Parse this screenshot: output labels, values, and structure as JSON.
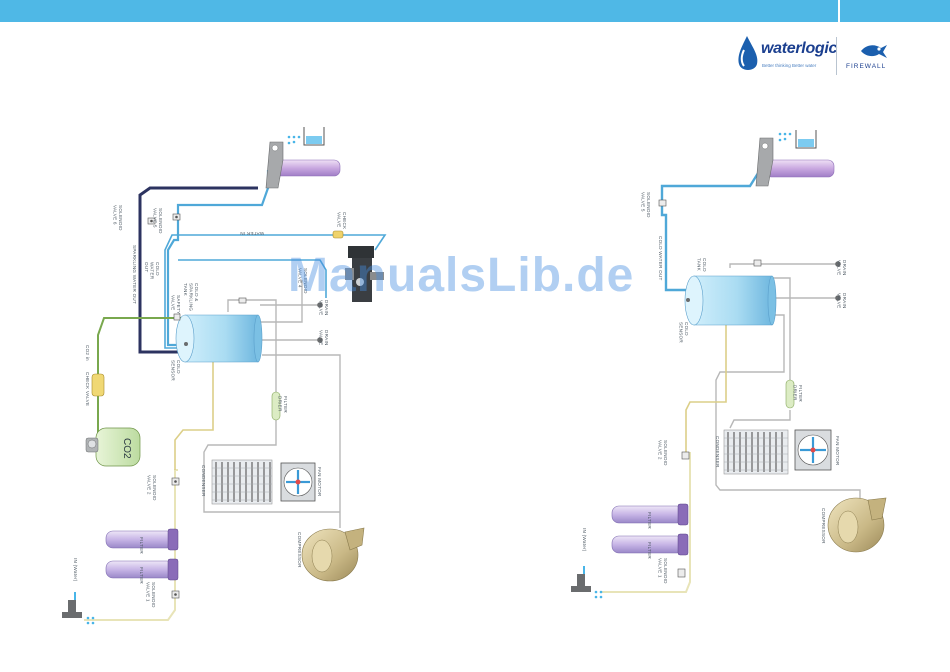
{
  "header": {
    "brand": "waterlogic",
    "tagline": "Better thinking Better water",
    "partner": "FIREWALL",
    "watermark": "ManualsLib.de"
  },
  "colors": {
    "header_bar": "#4fb8e6",
    "cold_water_pipe": "#4fa8d8",
    "sparkling_pipe": "#2c3360",
    "co2_pipe": "#79a84e",
    "refrigerant_pipe": "#dccf88",
    "inlet_pipe": "#e8e4b8"
  },
  "left_diagram": {
    "labels": {
      "solenoid_valve_6": [
        "SOLENOID",
        "VALVE 6"
      ],
      "solenoid_valve_5": [
        "SOLENOID",
        "VALVE 5"
      ],
      "solenoid_valve_4": [
        "SOLENOID",
        "VALVE 4"
      ],
      "solenoid_valve_2": [
        "SOLENOID",
        "VALVE 2"
      ],
      "solenoid_valve_1": [
        "SOLENOID",
        "VALVE 1"
      ],
      "sparkling_water_out": [
        "SPARKLING WATER OUT"
      ],
      "cold_water_out": [
        "COLD",
        "WATER",
        "OUT"
      ],
      "safety_valve": [
        "SAFETY",
        "VALVE"
      ],
      "cold_sparkling_tank": [
        "COLD &",
        "SPARKLING",
        "TANK"
      ],
      "water_in": [
        "WATER IN"
      ],
      "check_valve": [
        "CHECK",
        "VALVE"
      ],
      "drain_valve_1": [
        "DRAIN",
        "VALVE"
      ],
      "drain_valve_2": [
        "DRAIN",
        "VALVE"
      ],
      "co2_in": [
        "CO2 in"
      ],
      "check_valve_co2": [
        "CHECK VALVE"
      ],
      "co2_bottle": [
        "CO2"
      ],
      "cold_sensor": [
        "COLD",
        "SENSOR"
      ],
      "filter_drier": [
        "FILTER",
        "DRIER"
      ],
      "condenser": [
        "CONDENSER"
      ],
      "fan_motor": [
        "FAN MOTOR"
      ],
      "compressor": [
        "COMPRESSOR"
      ],
      "filter_1": [
        "FILTER"
      ],
      "filter_2": [
        "FILTER"
      ],
      "in_water": [
        "IN (Water)"
      ]
    }
  },
  "right_diagram": {
    "labels": {
      "solenoid_valve_5": [
        "SOLENOID",
        "VALVE 5"
      ],
      "cold_water_out": [
        "COLD WATER OUT"
      ],
      "cold_tank": [
        "COLD",
        "TANK"
      ],
      "drain_valve_1": [
        "DRAIN",
        "VALVE"
      ],
      "drain_valve_2": [
        "DRAIN",
        "VALVE"
      ],
      "cold_sensor": [
        "COLD",
        "SENSOR"
      ],
      "filter_drier": [
        "FILTER",
        "DRIER"
      ],
      "solenoid_valve_2": [
        "SOLENOID",
        "VALVE 2"
      ],
      "condenser": [
        "CONDENSER"
      ],
      "fan_motor": [
        "FAN MOTOR"
      ],
      "filter_1": [
        "FILTER"
      ],
      "filter_2": [
        "FILTER"
      ],
      "compressor": [
        "COMPRESSOR"
      ],
      "in_water": [
        "IN (Water)"
      ],
      "solenoid_valve_1": [
        "SOLENOID",
        "VALVE 1"
      ]
    }
  }
}
